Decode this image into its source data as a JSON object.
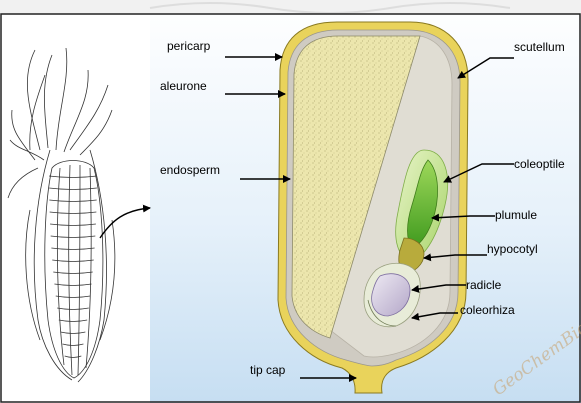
{
  "labels": {
    "pericarp": "pericarp",
    "aleurone": "aleurone",
    "endosperm": "endosperm",
    "scutellum": "scutellum",
    "coleoptile": "coleoptile",
    "plumule": "plumule",
    "hypocotyl": "hypocotyl",
    "radicle": "radicle",
    "coleorhiza": "coleorhiza",
    "tip_cap": "tip cap"
  },
  "watermark": "GeoChemBio",
  "colors": {
    "background_gradient_top": "#ffffff",
    "background_gradient_bottom": "#cfe4f5",
    "pericarp": "#e8d35a",
    "aleurone": "#c9c5bd",
    "endosperm": "#ece7b0",
    "scutellum": "#dcd9d0",
    "coleoptile": "#9fd35a",
    "plumule": "#6ab82e",
    "hypocotyl": "#b3a63a",
    "radicle": "#c5b8d6",
    "arrow": "#000000"
  }
}
